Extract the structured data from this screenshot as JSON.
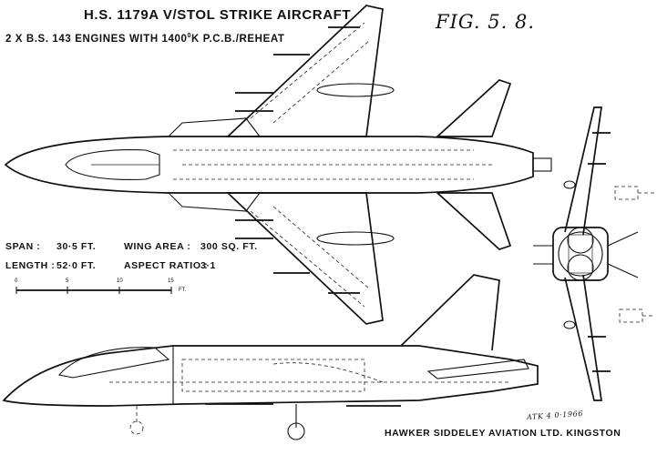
{
  "title": "H.S. 1179A V/STOL  STRIKE  AIRCRAFT",
  "engines_line": {
    "prefix": "2 X B.S. 143 ENGINES WITH 1400",
    "superscript": "0",
    "suffix": "K P.C.B./REHEAT"
  },
  "figure_label": "FIG. 5. 8.",
  "specs": {
    "span_label": "SPAN :",
    "span_value": "30·5 FT.",
    "length_label": "LENGTH :",
    "length_value": "52·0 FT.",
    "wing_area_label": "WING AREA :",
    "wing_area_value": "300 SQ. FT.",
    "aspect_ratio_label": "ASPECT RATIO :",
    "aspect_ratio_value": "3·1"
  },
  "scale_bar": {
    "ticks": [
      "0",
      "5",
      "10",
      "15"
    ],
    "unit": "FT."
  },
  "manufacturer": "HAWKER SIDDELEY AVIATION LTD.  KINGSTON",
  "draughtsman_signature": "ATK 4 0·1966"
}
